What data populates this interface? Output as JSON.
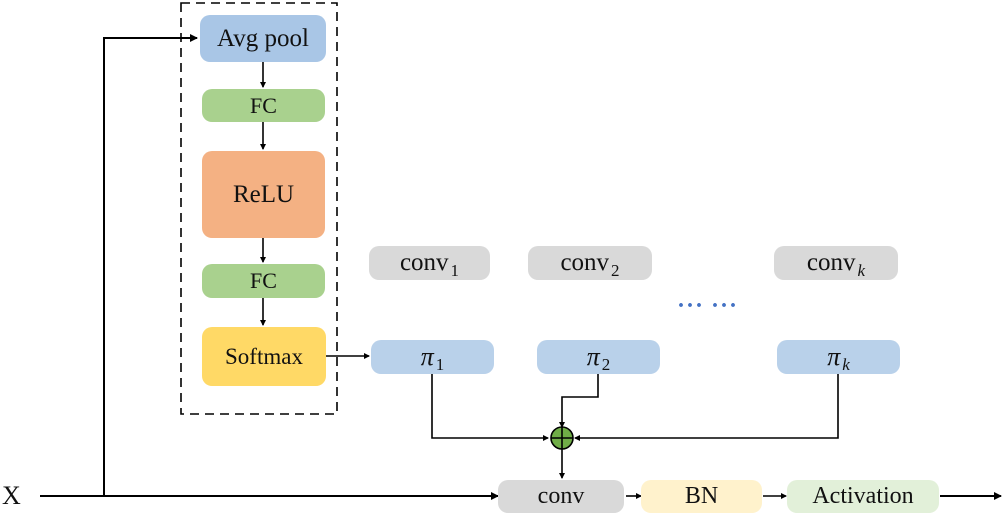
{
  "input_label": "X",
  "attention_block": {
    "avg_pool": "Avg pool",
    "fc1": "FC",
    "relu": "ReLU",
    "fc2": "FC",
    "softmax": "Softmax"
  },
  "kernels": [
    {
      "base": "conv",
      "sub": "1"
    },
    {
      "base": "conv",
      "sub": "2"
    },
    {
      "base": "conv",
      "sub": "k"
    }
  ],
  "ellipsis": "··· ···",
  "weights": [
    {
      "symbol": "π",
      "sub": "1"
    },
    {
      "symbol": "π",
      "sub": "2"
    },
    {
      "symbol": "π",
      "sub": "k"
    }
  ],
  "output_chain": {
    "conv": "conv",
    "bn": "BN",
    "activation": "Activation"
  },
  "colors": {
    "avg_pool": "#a9c6e6",
    "fc": "#a9d18e",
    "relu": "#f4b183",
    "softmax": "#ffd966",
    "kernel": "#d9d9d9",
    "weight": "#b9d1ea",
    "sum": "#70ad47",
    "ellipsis": "#4472c4"
  }
}
